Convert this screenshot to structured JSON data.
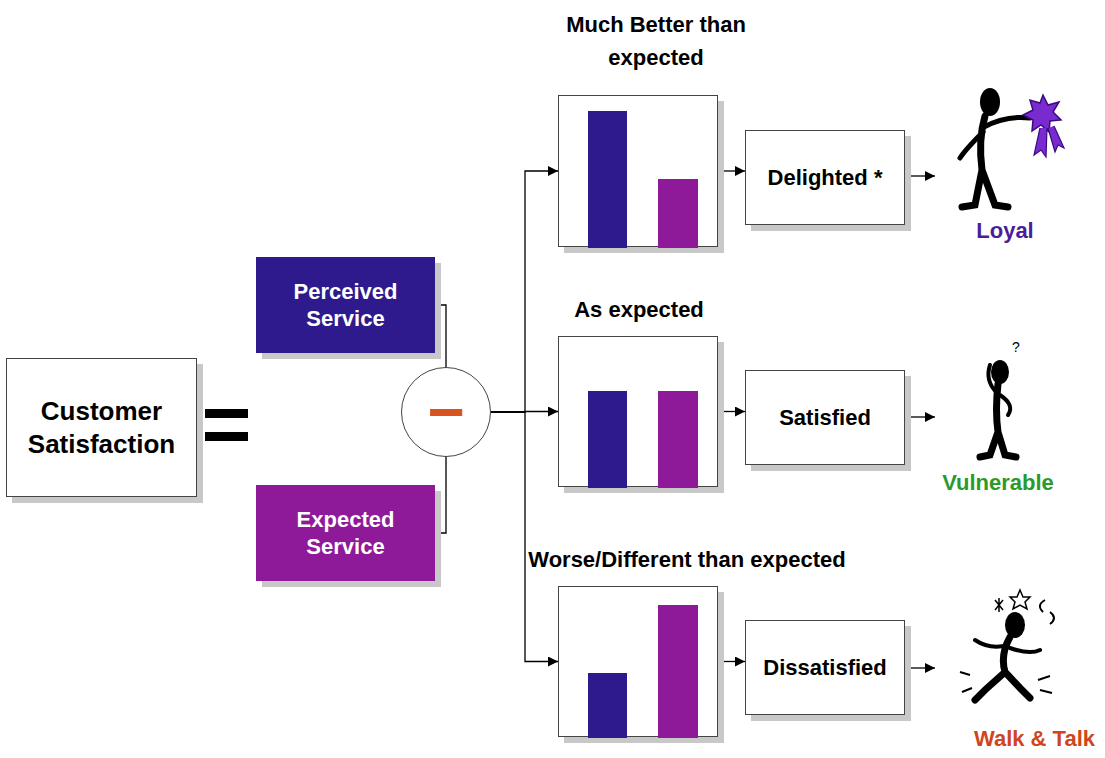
{
  "diagram": {
    "nodes": [
      {
        "text": [
          "Customer Satisfaction"
        ]
      },
      {
        "text": [
          "Perceived Service"
        ]
      },
      {
        "text": [
          "Expected Service"
        ]
      },
      {
        "text": [
          "−"
        ]
      },
      {
        "text": [
          "Much Better than expected"
        ]
      },
      {
        "text": [
          "Delighted *"
        ]
      },
      {
        "text": [
          "As expected"
        ]
      },
      {
        "text": [
          "Satisfied"
        ]
      },
      {
        "text": [
          "Worse/Different than expected"
        ]
      },
      {
        "text": [
          "Dissatisfied"
        ]
      }
    ],
    "edges": [
      {
        "from": 1,
        "to": 3,
        "arrow": "none"
      },
      {
        "from": 2,
        "to": 3,
        "arrow": "none"
      },
      {
        "from": 3,
        "to": 4,
        "arrow": "to"
      },
      {
        "from": 3,
        "to": 6,
        "arrow": "to"
      },
      {
        "from": 3,
        "to": 8,
        "arrow": "to"
      },
      {
        "from": 4,
        "to": 5,
        "arrow": "to"
      },
      {
        "from": 6,
        "to": 7,
        "arrow": "to"
      },
      {
        "from": 8,
        "to": 9,
        "arrow": "to"
      }
    ],
    "labels": [
      "Loyal",
      "Vulnerable",
      "Walk & Talk"
    ]
  }
}
